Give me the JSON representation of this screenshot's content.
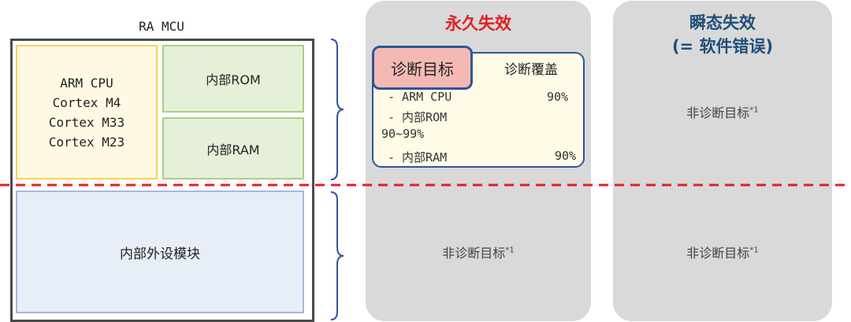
{
  "mcu": {
    "title": "RA MCU",
    "cpu_lines": [
      "ARM CPU",
      "Cortex M4",
      "Cortex M33",
      "Cortex M23"
    ],
    "rom_label": "内部ROM",
    "ram_label": "内部RAM",
    "peripheral_label": "内部外设模块"
  },
  "permanent": {
    "title": "永久失效",
    "diag_target_label": "诊断目标",
    "coverage_header": "诊断覆盖",
    "rows": [
      {
        "label": "- ARM CPU",
        "value": "90%"
      },
      {
        "label": "- 内部ROM",
        "value": "90~99%"
      },
      {
        "label": "- 内部RAM",
        "value": "90%"
      }
    ],
    "non_target": "非诊断目标",
    "footnote": "*1"
  },
  "transient": {
    "title_line1": "瞬态失效",
    "title_line2": "(= 软件错误)",
    "non_target_upper": "非诊断目标",
    "non_target_lower": "非诊断目标",
    "footnote": "*1"
  },
  "colors": {
    "permanent_title": "#e02020",
    "transient_title": "#1f4e79",
    "divider": "#e02020",
    "column_bg": "#d9d9d9",
    "brace": "#2e5597"
  }
}
